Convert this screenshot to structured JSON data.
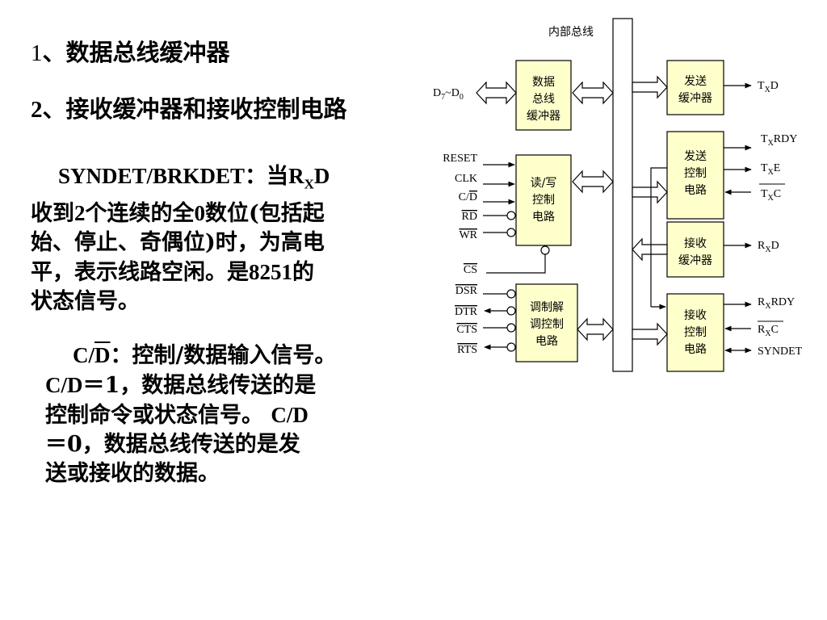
{
  "heading1": {
    "num": "1",
    "text": "、数据总线缓冲器"
  },
  "heading2": {
    "num": "2",
    "text": "、接收缓冲器和接收控制电路"
  },
  "para1": {
    "signal": "SYNDET/BRKDET",
    "colon": "：当",
    "rxd_r": "R",
    "rxd_sub": "X",
    "rxd_d": "D",
    "line2a": "收到",
    "line2b": "2",
    "line2c": "个连续的全",
    "line2d": "0",
    "line2e": "数位(包括起",
    "line3": "始、停止、奇偶位)时，为高电",
    "line4a": "平，表示线路空闲。是",
    "line4b": "8251",
    "line4c": "的",
    "line5": "状态信号。"
  },
  "para2": {
    "cd_c": "C/",
    "cd_d": "D",
    "line1": "：控制/数据输入信号。",
    "line2_c": "C/D",
    "line2_eq": "＝1，数据总线传送的是",
    "line3a": "控制命令或状态信号。",
    "line3b": "C/D",
    "line4": "＝0，数据总线传送的是发",
    "line5": "送或接收的数据。"
  },
  "diagram": {
    "bus_label": "内部总线",
    "blocks": {
      "data_bus_buffer": [
        "数据",
        "总线",
        "缓冲器"
      ],
      "rw_control": [
        "读/写",
        "控制",
        "电路"
      ],
      "modem_control": [
        "调制解",
        "调控制",
        "电路"
      ],
      "tx_buffer": [
        "发送",
        "缓冲器"
      ],
      "tx_control": [
        "发送",
        "控制",
        "电路"
      ],
      "rx_buffer": [
        "接收",
        "缓冲器"
      ],
      "rx_control": [
        "接收",
        "控制",
        "电路"
      ]
    },
    "pins": {
      "d_bus": {
        "d7": "D",
        "d7sub": "7",
        "sep": "~D",
        "d0sub": "0"
      },
      "reset": "RESET",
      "clk": "CLK",
      "cd_c": "C/",
      "cd_d": "D",
      "rd": "RD",
      "wr": "WR",
      "cs": "CS",
      "dsr": "DSR",
      "dtr": "DTR",
      "cts": "CTS",
      "rts": "RTS",
      "txd": {
        "main": "T",
        "sub": "X",
        "rest": "D"
      },
      "txrdy": {
        "main": "T",
        "sub": "X",
        "rest": "RDY"
      },
      "txe": {
        "main": "T",
        "sub": "X",
        "rest": "E"
      },
      "txc": {
        "main": "T",
        "sub": "X",
        "rest": "C"
      },
      "rxd": {
        "main": "R",
        "sub": "X",
        "rest": "D"
      },
      "rxrdy": {
        "main": "R",
        "sub": "X",
        "rest": "RDY"
      },
      "rxc": {
        "main": "R",
        "sub": "X",
        "rest": "C"
      },
      "syndet": "SYNDET"
    },
    "colors": {
      "block_fill": "#ffffcc",
      "line": "#000000"
    }
  }
}
